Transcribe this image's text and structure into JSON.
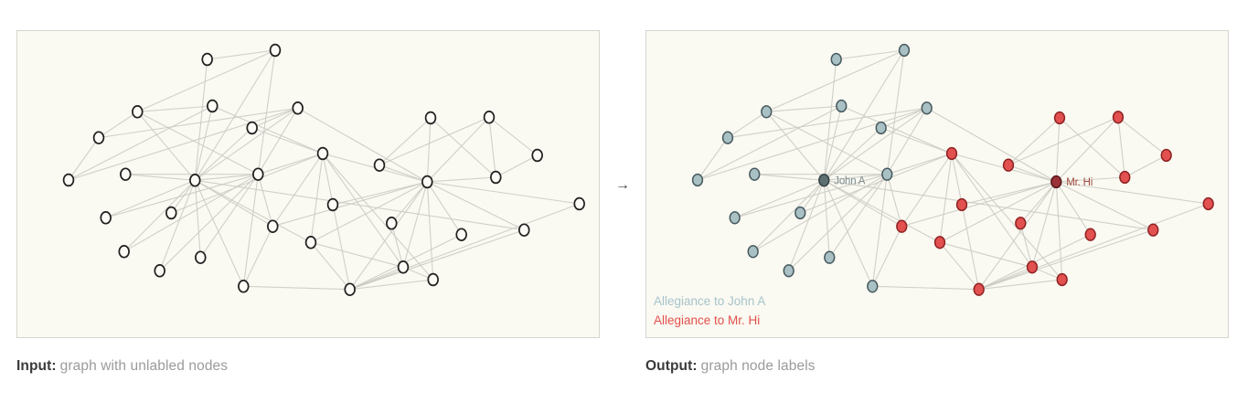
{
  "arrow_glyph": "→",
  "panels": {
    "input": {
      "caption_label": "Input:",
      "caption_text": "graph with unlabled nodes"
    },
    "output": {
      "caption_label": "Output:",
      "caption_text": "graph node labels",
      "hub_labels": {
        "john": "John A",
        "hi": "Mr. Hi"
      },
      "legend": {
        "john": "Allegiance to John A",
        "hi": "Allegiance to Mr. Hi"
      }
    }
  },
  "colors": {
    "panel_bg": "#faf9f2",
    "panel_border": "#d6d5cf",
    "edge": "#cbcbc4",
    "input_node_fill": "#fcfbf5",
    "input_node_stroke": "#202020",
    "john_node_fill": "#a9c0c5",
    "john_node_stroke": "#475a5e",
    "john_hub_fill": "#5f7073",
    "john_hub_stroke": "#333f42",
    "hi_node_fill": "#e25050",
    "hi_node_stroke": "#8f2222",
    "hi_hub_fill": "#9c3238",
    "hi_hub_stroke": "#571418",
    "john_label_text": "#7e8d90",
    "hi_label_text": "#a04a3e",
    "legend_john_text": "#a7c4ca",
    "legend_hi_text": "#e2504c"
  },
  "chart_data": {
    "type": "node-link-graph",
    "description": "Zachary karate club network shown twice: unlabeled input and allegiance-labeled output",
    "allegiance_classes": [
      "john",
      "hi"
    ],
    "nodes": [
      {
        "x": 207.7,
        "y": 31.0,
        "allegiance": "john",
        "hub": false
      },
      {
        "x": 282.0,
        "y": 21.0,
        "allegiance": "john",
        "hub": false
      },
      {
        "x": 131.3,
        "y": 88.3,
        "allegiance": "john",
        "hub": false
      },
      {
        "x": 213.3,
        "y": 82.0,
        "allegiance": "john",
        "hub": false
      },
      {
        "x": 306.7,
        "y": 84.3,
        "allegiance": "john",
        "hub": false
      },
      {
        "x": 256.7,
        "y": 106.0,
        "allegiance": "john",
        "hub": false
      },
      {
        "x": 89.0,
        "y": 116.7,
        "allegiance": "john",
        "hub": false
      },
      {
        "x": 56.0,
        "y": 163.0,
        "allegiance": "john",
        "hub": false
      },
      {
        "x": 118.3,
        "y": 156.7,
        "allegiance": "john",
        "hub": false
      },
      {
        "x": 194.3,
        "y": 163.3,
        "allegiance": "john",
        "hub": true,
        "label": "John A"
      },
      {
        "x": 263.3,
        "y": 156.7,
        "allegiance": "john",
        "hub": false
      },
      {
        "x": 452.0,
        "y": 95.0,
        "allegiance": "hi",
        "hub": false
      },
      {
        "x": 516.0,
        "y": 94.3,
        "allegiance": "hi",
        "hub": false
      },
      {
        "x": 334.0,
        "y": 134.0,
        "allegiance": "hi",
        "hub": false
      },
      {
        "x": 396.0,
        "y": 146.7,
        "allegiance": "hi",
        "hub": false
      },
      {
        "x": 448.3,
        "y": 165.0,
        "allegiance": "hi",
        "hub": true,
        "label": "Mr. Hi"
      },
      {
        "x": 523.3,
        "y": 160.0,
        "allegiance": "hi",
        "hub": false
      },
      {
        "x": 568.7,
        "y": 136.0,
        "allegiance": "hi",
        "hub": false
      },
      {
        "x": 96.7,
        "y": 204.3,
        "allegiance": "john",
        "hub": false
      },
      {
        "x": 168.3,
        "y": 199.0,
        "allegiance": "john",
        "hub": false
      },
      {
        "x": 116.7,
        "y": 241.3,
        "allegiance": "john",
        "hub": false
      },
      {
        "x": 155.7,
        "y": 262.3,
        "allegiance": "john",
        "hub": false
      },
      {
        "x": 200.3,
        "y": 247.7,
        "allegiance": "john",
        "hub": false
      },
      {
        "x": 279.3,
        "y": 213.7,
        "allegiance": "hi",
        "hub": false
      },
      {
        "x": 321.0,
        "y": 231.3,
        "allegiance": "hi",
        "hub": false
      },
      {
        "x": 247.3,
        "y": 279.3,
        "allegiance": "john",
        "hub": false
      },
      {
        "x": 345.0,
        "y": 190.0,
        "allegiance": "hi",
        "hub": false
      },
      {
        "x": 409.3,
        "y": 210.3,
        "allegiance": "hi",
        "hub": false
      },
      {
        "x": 485.7,
        "y": 222.7,
        "allegiance": "hi",
        "hub": false
      },
      {
        "x": 554.3,
        "y": 217.7,
        "allegiance": "hi",
        "hub": false
      },
      {
        "x": 614.7,
        "y": 189.0,
        "allegiance": "hi",
        "hub": false
      },
      {
        "x": 422.0,
        "y": 258.3,
        "allegiance": "hi",
        "hub": false
      },
      {
        "x": 454.7,
        "y": 272.0,
        "allegiance": "hi",
        "hub": false
      },
      {
        "x": 363.7,
        "y": 282.7,
        "allegiance": "hi",
        "hub": false
      }
    ],
    "edges": [
      [
        15,
        33
      ],
      [
        15,
        13
      ],
      [
        15,
        31
      ],
      [
        15,
        11
      ],
      [
        15,
        12
      ],
      [
        15,
        16
      ],
      [
        15,
        32
      ],
      [
        15,
        23
      ],
      [
        15,
        14
      ],
      [
        15,
        26
      ],
      [
        15,
        27
      ],
      [
        15,
        24
      ],
      [
        15,
        28
      ],
      [
        15,
        29
      ],
      [
        15,
        30
      ],
      [
        15,
        4
      ],
      [
        33,
        13
      ],
      [
        33,
        31
      ],
      [
        33,
        32
      ],
      [
        33,
        24
      ],
      [
        33,
        28
      ],
      [
        33,
        29
      ],
      [
        33,
        30
      ],
      [
        33,
        25
      ],
      [
        13,
        31
      ],
      [
        13,
        32
      ],
      [
        13,
        23
      ],
      [
        13,
        19
      ],
      [
        13,
        24
      ],
      [
        13,
        3
      ],
      [
        13,
        5
      ],
      [
        13,
        10
      ],
      [
        31,
        32
      ],
      [
        31,
        27
      ],
      [
        31,
        24
      ],
      [
        11,
        16
      ],
      [
        11,
        14
      ],
      [
        12,
        16
      ],
      [
        12,
        14
      ],
      [
        12,
        17
      ],
      [
        16,
        17
      ],
      [
        23,
        25
      ],
      [
        23,
        10
      ],
      [
        23,
        9
      ],
      [
        19,
        9
      ],
      [
        24,
        9
      ],
      [
        18,
        10
      ],
      [
        18,
        9
      ],
      [
        20,
        10
      ],
      [
        20,
        9
      ],
      [
        21,
        10
      ],
      [
        21,
        9
      ],
      [
        29,
        9
      ],
      [
        22,
        10
      ],
      [
        22,
        9
      ],
      [
        8,
        10
      ],
      [
        8,
        9
      ],
      [
        2,
        6
      ],
      [
        2,
        3
      ],
      [
        2,
        1
      ],
      [
        2,
        10
      ],
      [
        2,
        9
      ],
      [
        7,
        6
      ],
      [
        7,
        3
      ],
      [
        7,
        4
      ],
      [
        6,
        4
      ],
      [
        0,
        1
      ],
      [
        0,
        9
      ],
      [
        3,
        9
      ],
      [
        5,
        4
      ],
      [
        5,
        9
      ],
      [
        1,
        10
      ],
      [
        1,
        9
      ],
      [
        25,
        10
      ],
      [
        25,
        9
      ],
      [
        4,
        10
      ],
      [
        4,
        9
      ],
      [
        10,
        9
      ]
    ]
  }
}
